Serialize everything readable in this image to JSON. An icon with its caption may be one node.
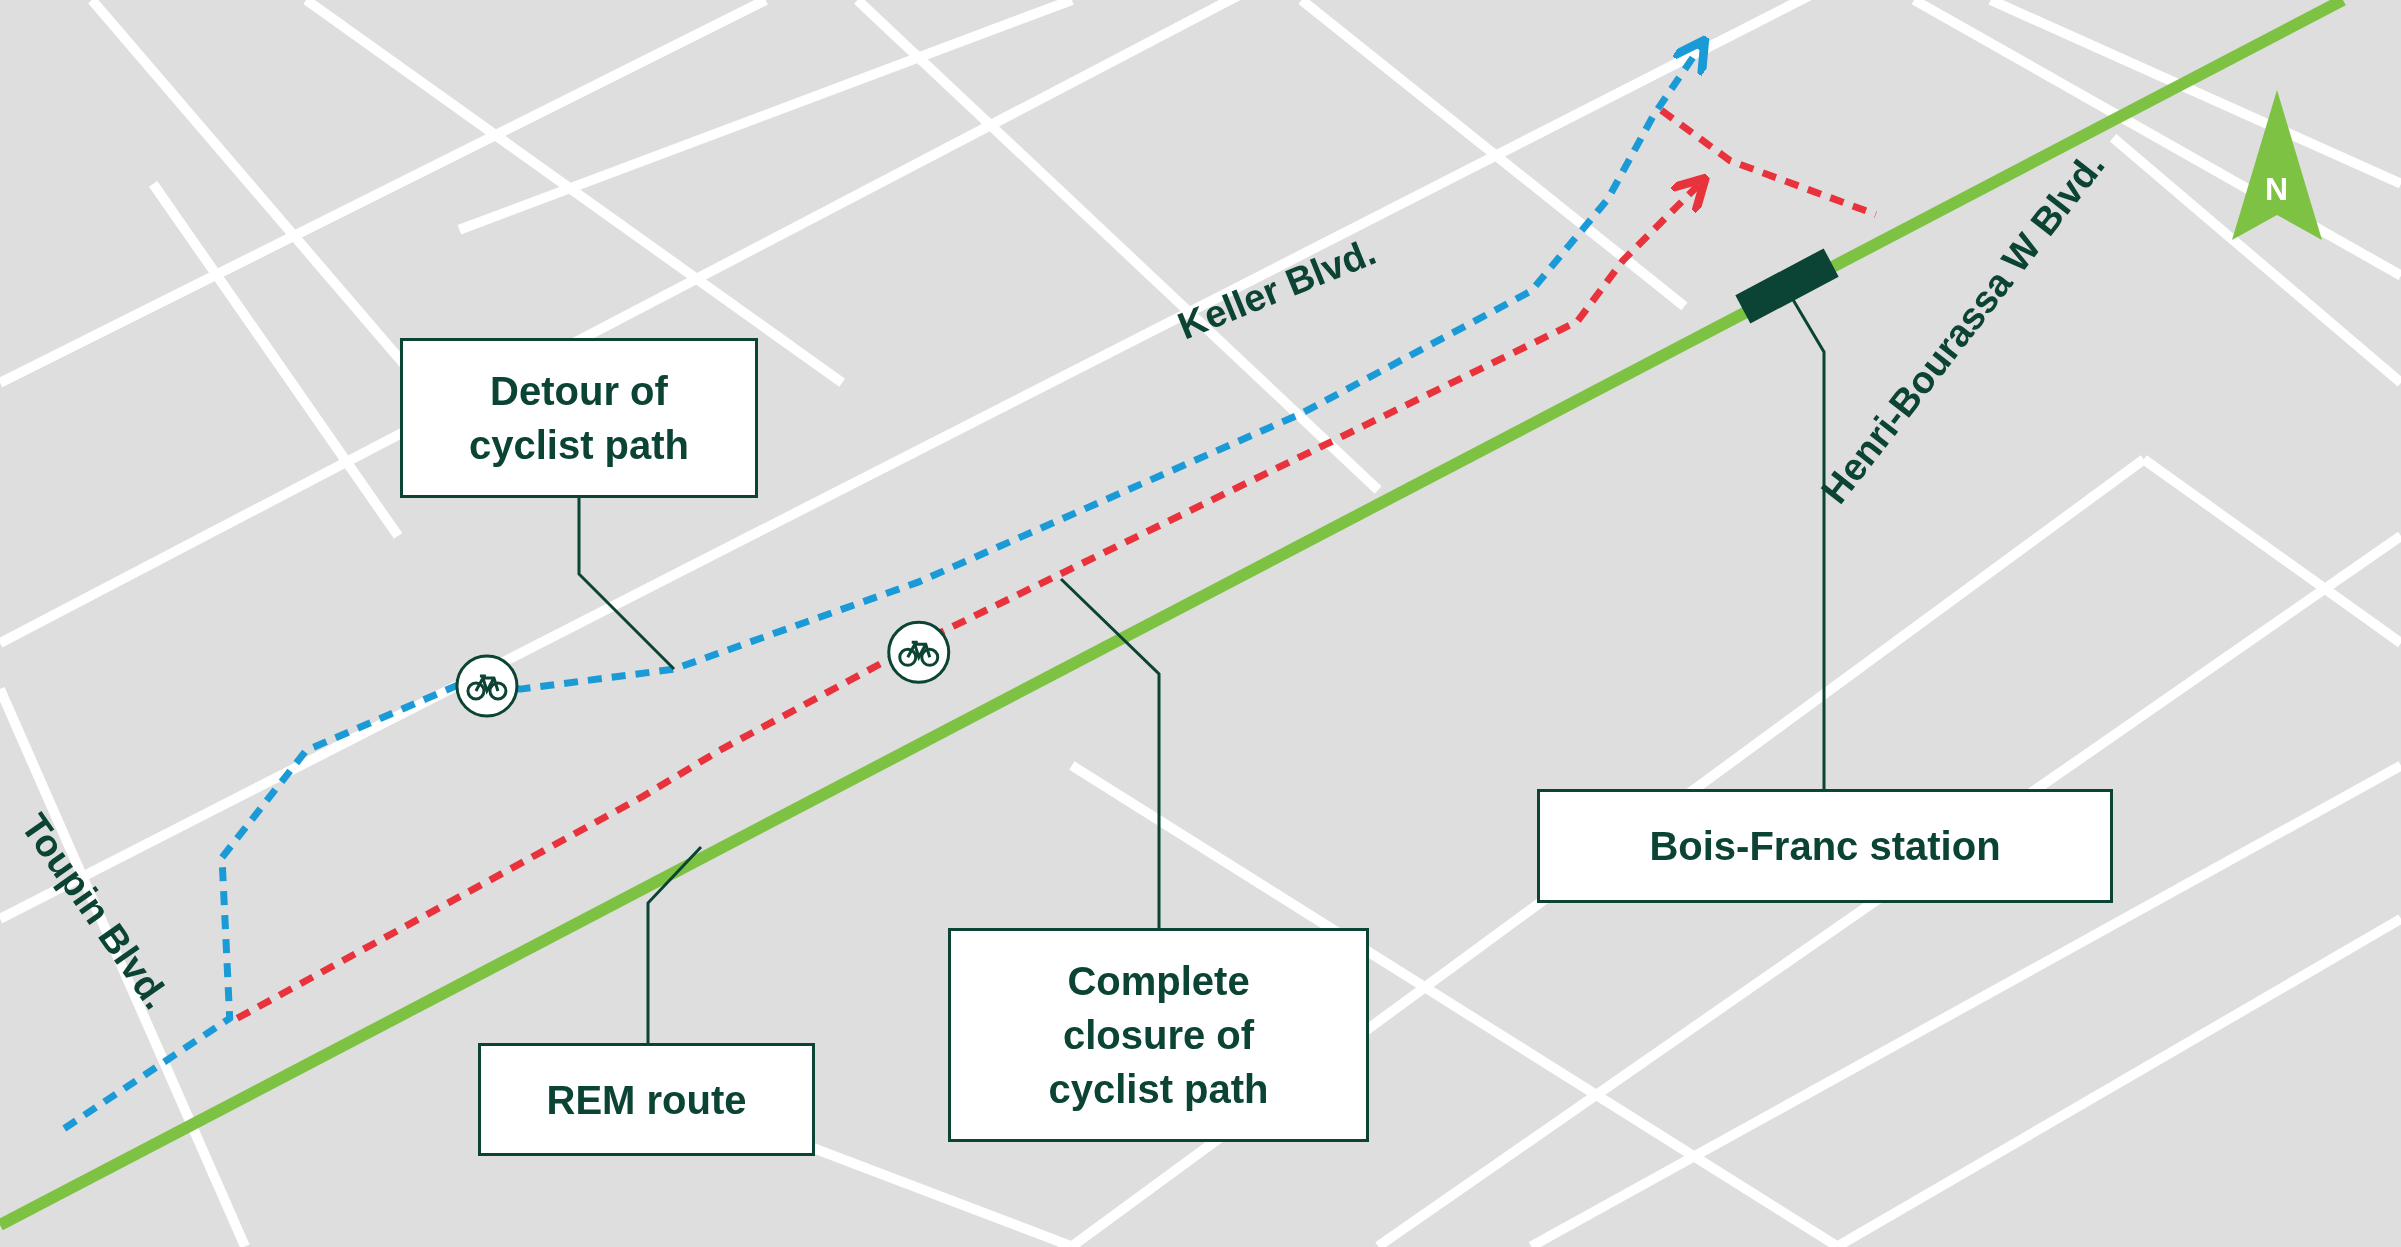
{
  "diagram": {
    "nodes": [
      {
        "text": [
          "Detour of cyclist path"
        ]
      },
      {
        "text": [
          "Complete closure of cyclist path"
        ]
      },
      {
        "text": [
          "REM route"
        ]
      },
      {
        "text": [
          "Bois-Franc station"
        ]
      },
      {
        "text": [],
        "shape": "bar"
      }
    ],
    "edges": [
      {
        "from": 0,
        "to": null,
        "arrow": "none"
      },
      {
        "from": 1,
        "to": null,
        "arrow": "none"
      },
      {
        "from": 2,
        "to": null,
        "arrow": "none"
      },
      {
        "from": 3,
        "to": 4,
        "arrow": "none"
      }
    ],
    "labels": [
      "Keller Blvd.",
      "Toupin Blvd.",
      "Henri-Bourassa W Blvd.",
      "N"
    ]
  }
}
